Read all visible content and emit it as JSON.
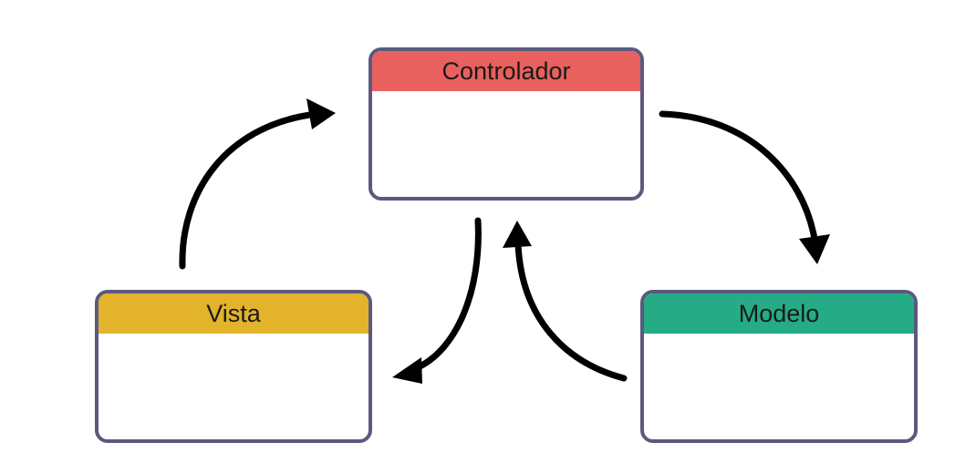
{
  "components": {
    "controlador": {
      "label": "Controlador",
      "color": "#e8615e"
    },
    "vista": {
      "label": "Vista",
      "color": "#e2b32b"
    },
    "modelo": {
      "label": "Modelo",
      "color": "#25ac86"
    }
  },
  "box_border_color": "#5a5a7e",
  "arrow_color": "#000000"
}
